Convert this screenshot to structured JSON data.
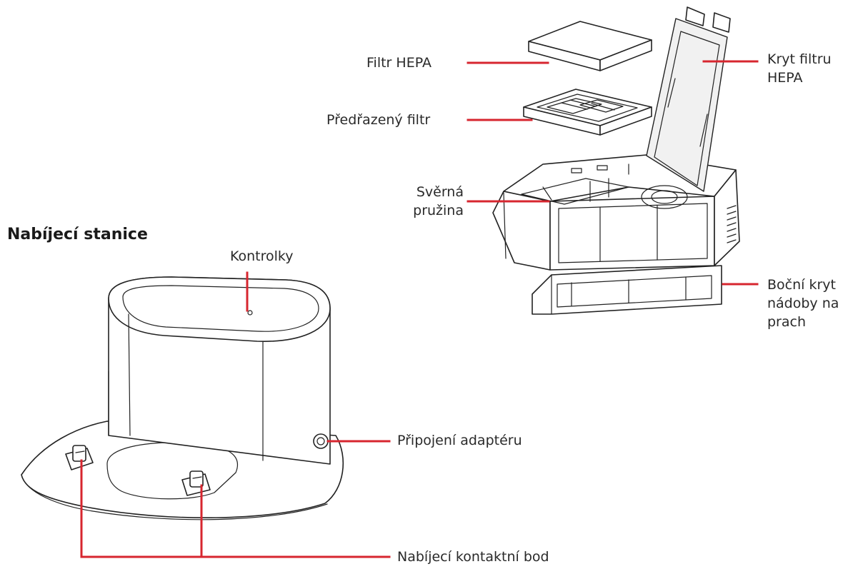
{
  "section_title": "Nabíjecí stanice",
  "labels": {
    "hepa_filter": "Filtr HEPA",
    "pre_filter": "Předřazený filtr",
    "clamp_spring": "Svěrná pružina",
    "hepa_cover": "Kryt filtru HEPA",
    "side_cover": "Boční kryt nádoby na prach",
    "indicators": "Kontrolky",
    "adapter_connection": "Připojení adaptéru",
    "charging_contact": "Nabíjecí kontaktní bod"
  },
  "colors": {
    "leader_line": "#d7262f",
    "outline": "#222222",
    "text": "#2a2a2a"
  }
}
